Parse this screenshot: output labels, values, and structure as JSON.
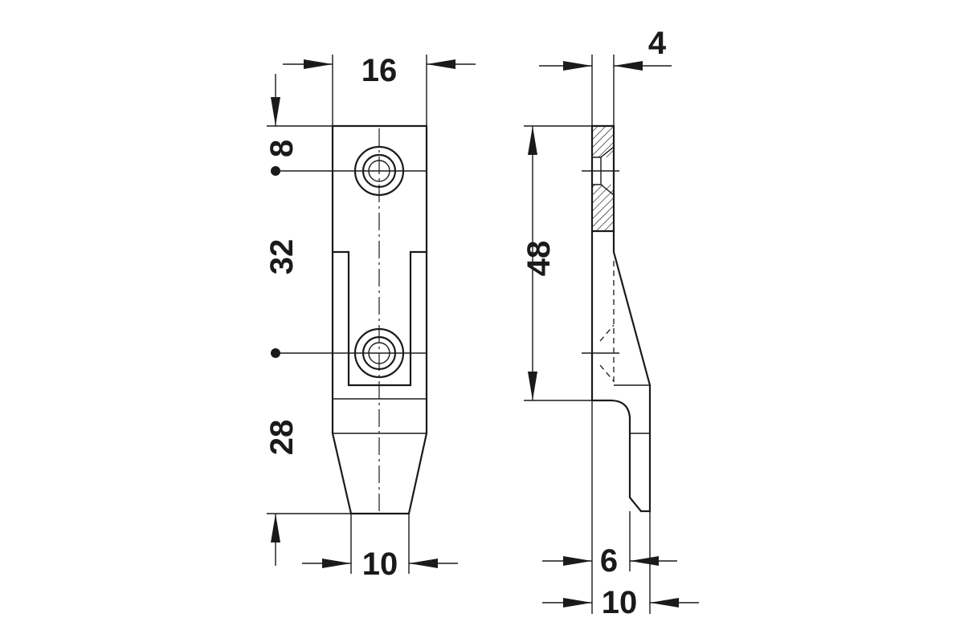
{
  "drawing": {
    "front_view": {
      "width_top": "16",
      "hole_offset": "8",
      "hole_spacing": "32",
      "lower_length": "28",
      "width_bottom": "10"
    },
    "side_view": {
      "thickness_top": "4",
      "height": "48",
      "thickness_inner": "6",
      "thickness_total": "10"
    },
    "colors": {
      "line": "#1a1a1a",
      "background": "#ffffff"
    }
  }
}
